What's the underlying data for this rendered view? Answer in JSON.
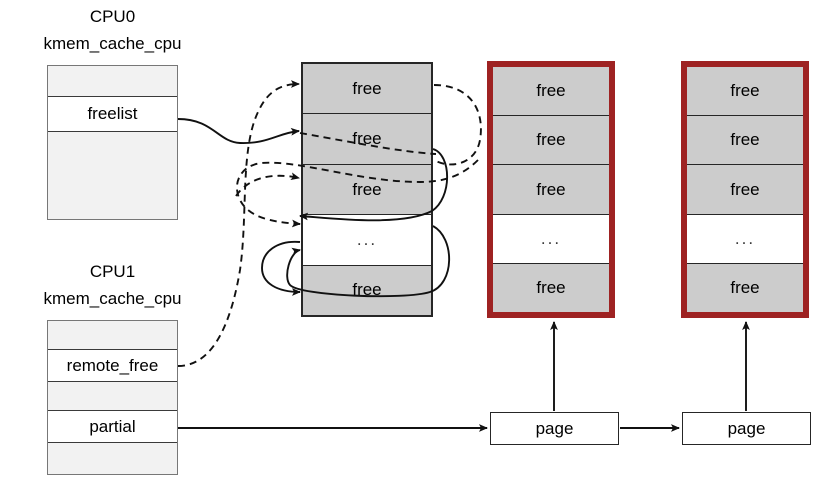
{
  "diagram": {
    "title_hidden": "SLUB per-CPU freelist and remote_free layout",
    "cpu0": {
      "name": "CPU0",
      "struct_name": "kmem_cache_cpu",
      "fields": [
        {
          "label": "freelist"
        }
      ]
    },
    "cpu1": {
      "name": "CPU1",
      "struct_name": "kmem_cache_cpu",
      "fields": [
        {
          "label": "remote_free"
        },
        {
          "label": "partial"
        }
      ]
    },
    "slabs": [
      {
        "id": "slab-active",
        "style": "plain",
        "border_color": "#262626",
        "cells": [
          {
            "label": "free",
            "kind": "object"
          },
          {
            "label": "free",
            "kind": "object"
          },
          {
            "label": "free",
            "kind": "object"
          },
          {
            "label": "...",
            "kind": "ellipsis"
          },
          {
            "label": "free",
            "kind": "object"
          }
        ]
      },
      {
        "id": "slab-partial-1",
        "style": "redged",
        "border_color": "#9e2222",
        "cells": [
          {
            "label": "free",
            "kind": "object"
          },
          {
            "label": "free",
            "kind": "object"
          },
          {
            "label": "free",
            "kind": "object"
          },
          {
            "label": "...",
            "kind": "ellipsis"
          },
          {
            "label": "free",
            "kind": "object"
          }
        ]
      },
      {
        "id": "slab-partial-2",
        "style": "redged",
        "border_color": "#9e2222",
        "cells": [
          {
            "label": "free",
            "kind": "object"
          },
          {
            "label": "free",
            "kind": "object"
          },
          {
            "label": "free",
            "kind": "object"
          },
          {
            "label": "...",
            "kind": "ellipsis"
          },
          {
            "label": "free",
            "kind": "object"
          }
        ]
      }
    ],
    "pages": [
      {
        "label": "page"
      },
      {
        "label": "page"
      }
    ],
    "colors": {
      "object_fill": "#cccccc",
      "struct_fill": "#f2f2f2",
      "field_fill": "#ffffff",
      "red_border": "#9e2222",
      "line": "#111111"
    },
    "edges": {
      "freelist_style": "solid",
      "remote_free_style": "dashed",
      "partial_style": "solid"
    }
  }
}
